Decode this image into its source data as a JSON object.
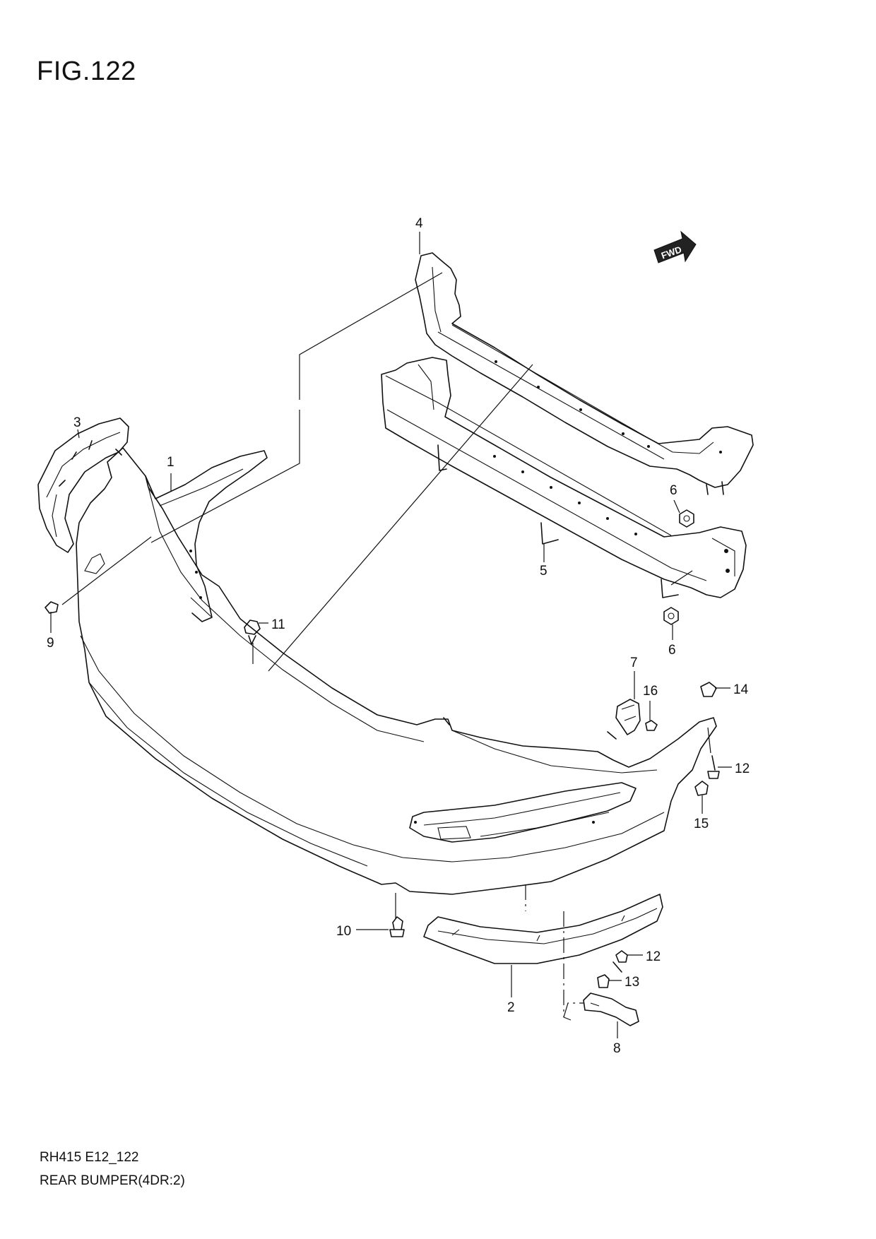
{
  "figure": {
    "title": "FIG.122"
  },
  "footer": {
    "code": "RH415 E12_122",
    "name": "REAR BUMPER(4DR:2)"
  },
  "direction_badge": {
    "label": "FWD"
  },
  "callouts": [
    {
      "id": "c4",
      "label": "4"
    },
    {
      "id": "c3",
      "label": "3"
    },
    {
      "id": "c1",
      "label": "1"
    },
    {
      "id": "c6a",
      "label": "6"
    },
    {
      "id": "c5",
      "label": "5"
    },
    {
      "id": "c9",
      "label": "9"
    },
    {
      "id": "c11",
      "label": "11"
    },
    {
      "id": "c6b",
      "label": "6"
    },
    {
      "id": "c7",
      "label": "7"
    },
    {
      "id": "c16",
      "label": "16"
    },
    {
      "id": "c14",
      "label": "14"
    },
    {
      "id": "c12a",
      "label": "12"
    },
    {
      "id": "c15",
      "label": "15"
    },
    {
      "id": "c10",
      "label": "10"
    },
    {
      "id": "c12b",
      "label": "12"
    },
    {
      "id": "c13",
      "label": "13"
    },
    {
      "id": "c2",
      "label": "2"
    },
    {
      "id": "c8",
      "label": "8"
    }
  ]
}
